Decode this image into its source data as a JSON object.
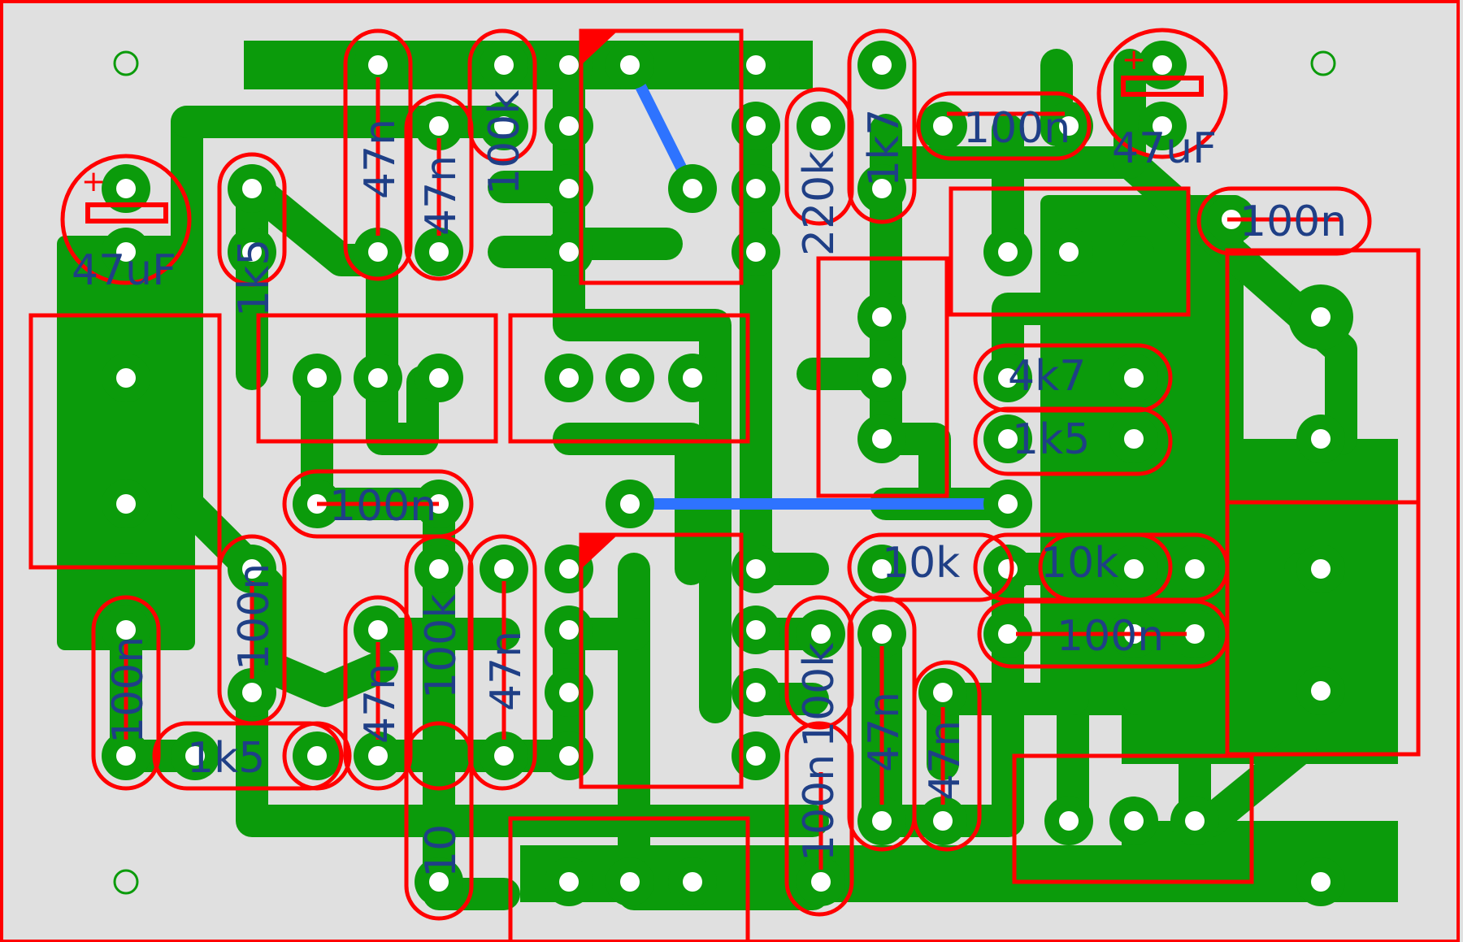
{
  "board": {
    "colors": {
      "background": "#e0e0e0",
      "copper": "#0b9b0b",
      "jumper": "#2e73ff",
      "silkscreen": "#ff0000",
      "text": "#1f3f86",
      "hole": "#ffffff"
    }
  },
  "labels": {
    "c_47uf_left": "47uF",
    "c_47uf_right": "47uF",
    "c_100n_top_right": "100n",
    "c_100n_right_mid": "100n",
    "c_100n_left_mid": "100n",
    "c_100n_right_lower": "100n",
    "c_100n_left_a": "100n",
    "c_100n_left_b": "100n",
    "c_100n_bottom_mid": "100n",
    "c_47n_1": "47n",
    "c_47n_2": "47n",
    "c_47n_3": "47n",
    "c_47n_4": "47n",
    "c_47n_5": "47n",
    "c_47n_6": "47n",
    "r_100k_top": "100k",
    "r_100k_mid": "100k",
    "r_100k_low": "100k",
    "r_220k": "220k",
    "r_1k7_top": "1k7",
    "r_4k7": "4k7",
    "r_1k5_mid": "1k5",
    "r_1k5_left": "1k5",
    "r_1k5_bottom": "1k5",
    "r_10k_a": "10k",
    "r_10k_b": "10k",
    "r_10": "10",
    "plus_left": "+",
    "plus_right": "+"
  }
}
